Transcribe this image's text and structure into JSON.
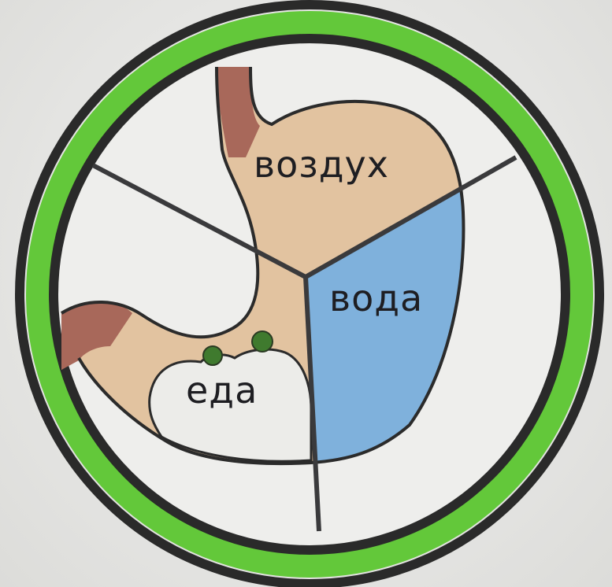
{
  "labels": {
    "air": "воздух",
    "water": "вода",
    "food": "еда"
  },
  "colors": {
    "ring_green": "#63c83a",
    "ring_outline": "#2a2a2a",
    "stomach_beige": "#e2c3a0",
    "stomach_air_zone": "#dcbc98",
    "water_blue": "#7fb1dc",
    "food_white": "#ebebe8",
    "esophagus_brown": "#a8685a",
    "pea_green": "#3f7a2e",
    "divider_lines": "#3a3a3c",
    "paper": "#e6e6e4"
  }
}
